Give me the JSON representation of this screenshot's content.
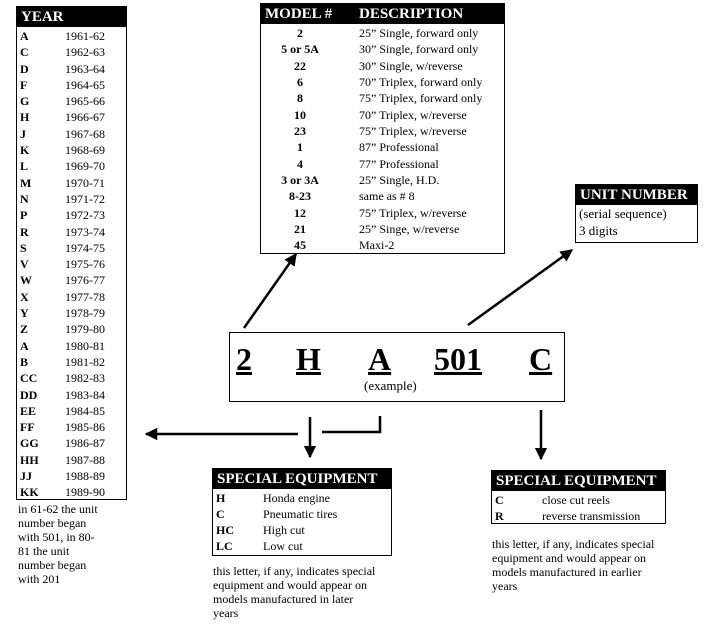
{
  "year_table": {
    "header": "YEAR",
    "rows": [
      {
        "code": "A",
        "years": "1961-62"
      },
      {
        "code": "C",
        "years": "1962-63"
      },
      {
        "code": "D",
        "years": "1963-64"
      },
      {
        "code": "F",
        "years": "1964-65"
      },
      {
        "code": "G",
        "years": "1965-66"
      },
      {
        "code": "H",
        "years": "1966-67"
      },
      {
        "code": "J",
        "years": "1967-68"
      },
      {
        "code": "K",
        "years": "1968-69"
      },
      {
        "code": "L",
        "years": "1969-70"
      },
      {
        "code": "M",
        "years": "1970-71"
      },
      {
        "code": "N",
        "years": "1971-72"
      },
      {
        "code": "P",
        "years": "1972-73"
      },
      {
        "code": "R",
        "years": "1973-74"
      },
      {
        "code": "S",
        "years": "1974-75"
      },
      {
        "code": "V",
        "years": "1975-76"
      },
      {
        "code": "W",
        "years": "1976-77"
      },
      {
        "code": "X",
        "years": "1977-78"
      },
      {
        "code": "Y",
        "years": "1978-79"
      },
      {
        "code": "Z",
        "years": "1979-80"
      },
      {
        "code": "A",
        "years": "1980-81"
      },
      {
        "code": "B",
        "years": "1981-82"
      },
      {
        "code": "CC",
        "years": "1982-83"
      },
      {
        "code": "DD",
        "years": "1983-84"
      },
      {
        "code": "EE",
        "years": "1984-85"
      },
      {
        "code": "FF",
        "years": "1985-86"
      },
      {
        "code": "GG",
        "years": "1986-87"
      },
      {
        "code": "HH",
        "years": "1987-88"
      },
      {
        "code": "JJ",
        "years": "1988-89"
      },
      {
        "code": "KK",
        "years": "1989-90"
      }
    ],
    "note": "in 61-62 the unit number began with 501, in 80-81 the unit number began with 201"
  },
  "model_table": {
    "header_model": "MODEL #",
    "header_description": "DESCRIPTION",
    "rows": [
      {
        "model": "2",
        "description": "25” Single, forward only"
      },
      {
        "model": "5 or 5A",
        "description": "30” Single, forward only"
      },
      {
        "model": "22",
        "description": "30” Single, w/reverse"
      },
      {
        "model": "6",
        "description": "70” Triplex, forward only"
      },
      {
        "model": "8",
        "description": "75” Triplex, forward only"
      },
      {
        "model": "10",
        "description": "70” Triplex, w/reverse"
      },
      {
        "model": "23",
        "description": "75” Triplex, w/reverse"
      },
      {
        "model": "1",
        "description": "87” Professional"
      },
      {
        "model": "4",
        "description": "77” Professional"
      },
      {
        "model": "3 or 3A",
        "description": "25” Single, H.D."
      },
      {
        "model": "8-23",
        "description": "same as # 8"
      },
      {
        "model": "12",
        "description": "75” Triplex, w/reverse"
      },
      {
        "model": "21",
        "description": "25” Singe, w/reverse"
      },
      {
        "model": "45",
        "description": "Maxi-2"
      }
    ]
  },
  "unit_number": {
    "header": "UNIT NUMBER",
    "line1": "(serial sequence)",
    "line2": "3 digits"
  },
  "serial_example": {
    "model": "2",
    "year": "H",
    "equip_later": "A",
    "unit": "501",
    "equip_earlier": "C",
    "caption": "(example)"
  },
  "special_later": {
    "header": "SPECIAL EQUIPMENT",
    "rows": [
      {
        "code": "H",
        "desc": "Honda engine"
      },
      {
        "code": "C",
        "desc": "Pneumatic tires"
      },
      {
        "code": "HC",
        "desc": "High cut"
      },
      {
        "code": "LC",
        "desc": "Low cut"
      }
    ],
    "note": "this letter, if any, indicates special equipment and would appear on models manufactured in later years"
  },
  "special_earlier": {
    "header": "SPECIAL EQUIPMENT",
    "rows": [
      {
        "code": "C",
        "desc": "close cut reels"
      },
      {
        "code": "R",
        "desc": "reverse transmission"
      }
    ],
    "note": "this letter, if any, indicates special equipment and would appear on models manufactured in earlier years"
  }
}
